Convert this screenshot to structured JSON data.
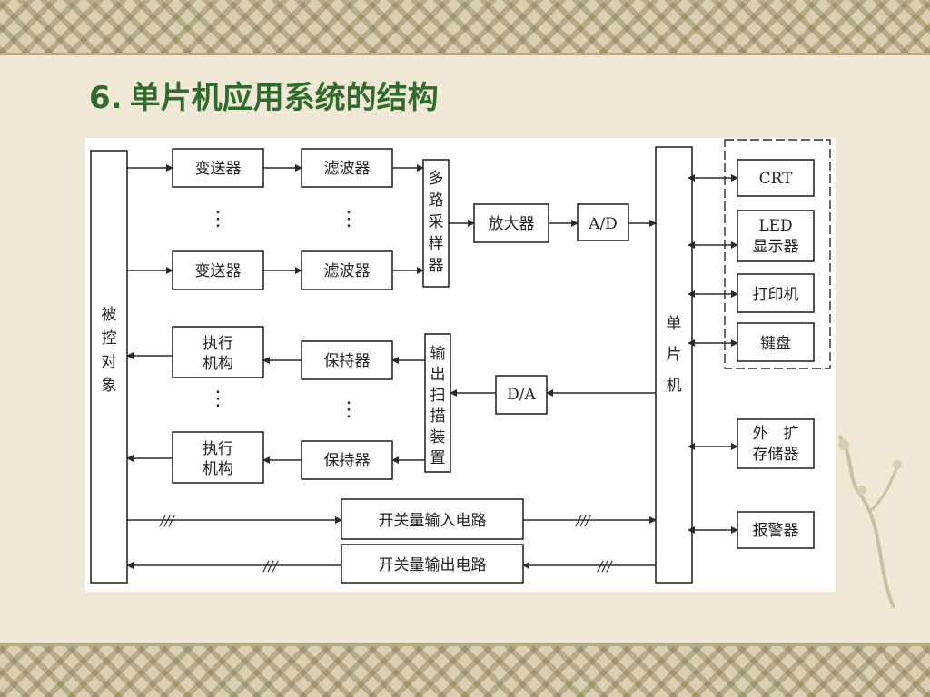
{
  "slide": {
    "title_number": "6.",
    "title_text": "单片机应用系统的结构"
  },
  "diagram": {
    "controlled_object": "被控对象",
    "transmitter_top": "变送器",
    "transmitter_bottom": "变送器",
    "filter_top": "滤波器",
    "filter_bottom": "滤波器",
    "multiplex_sampler": "多路采样器",
    "amplifier": "放大器",
    "adc": "A/D",
    "mcu": "单片机",
    "actuator_top": "执行机构",
    "actuator_bottom": "执行机构",
    "holder_top": "保持器",
    "holder_bottom": "保持器",
    "output_scan": "输出扫描装置",
    "dac": "D/A",
    "switch_input": "开关量输入电路",
    "switch_output": "开关量输出电路",
    "crt": "CRT",
    "led_line1": "LED",
    "led_line2": "显示器",
    "printer": "打印机",
    "keyboard": "键盘",
    "ext_storage_line1": "外　扩",
    "ext_storage_line2": "存储器",
    "alarm": "报警器",
    "ellipsis": "⋮",
    "bus_mark": "///"
  },
  "colors": {
    "title": "#2f6b2a",
    "background": "#efe8d6",
    "panel": "#ffffff",
    "line": "#2a2a2a"
  }
}
